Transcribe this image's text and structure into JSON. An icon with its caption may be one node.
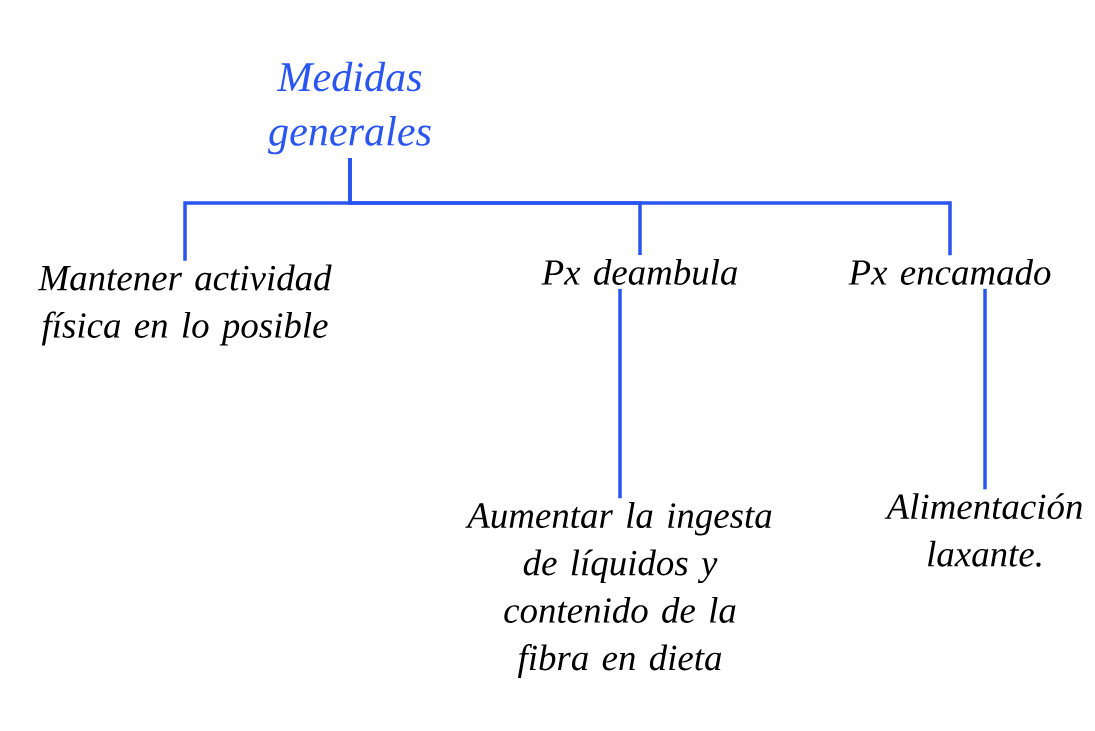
{
  "diagram": {
    "nodes": [
      {
        "text": [
          "Medidas generales"
        ]
      },
      {
        "text": [
          "Mantener actividad física en lo posible"
        ]
      },
      {
        "text": [
          "Px deambula"
        ]
      },
      {
        "text": [
          "Px encamado"
        ]
      },
      {
        "text": [
          "Aumentar la ingesta de líquidos y contenido de la fibra en dieta"
        ]
      },
      {
        "text": [
          "Alimentación laxante."
        ]
      }
    ],
    "edges": [
      {
        "from": 0,
        "to": 1,
        "arrow": "none",
        "color": "#2a55f0"
      },
      {
        "from": 0,
        "to": 2,
        "arrow": "none",
        "color": "#2a55f0"
      },
      {
        "from": 0,
        "to": 3,
        "arrow": "none",
        "color": "#2a55f0"
      },
      {
        "from": 2,
        "to": 4,
        "arrow": "none",
        "color": "#2a55f0"
      },
      {
        "from": 3,
        "to": 5,
        "arrow": "none",
        "color": "#2a55f0"
      }
    ]
  }
}
